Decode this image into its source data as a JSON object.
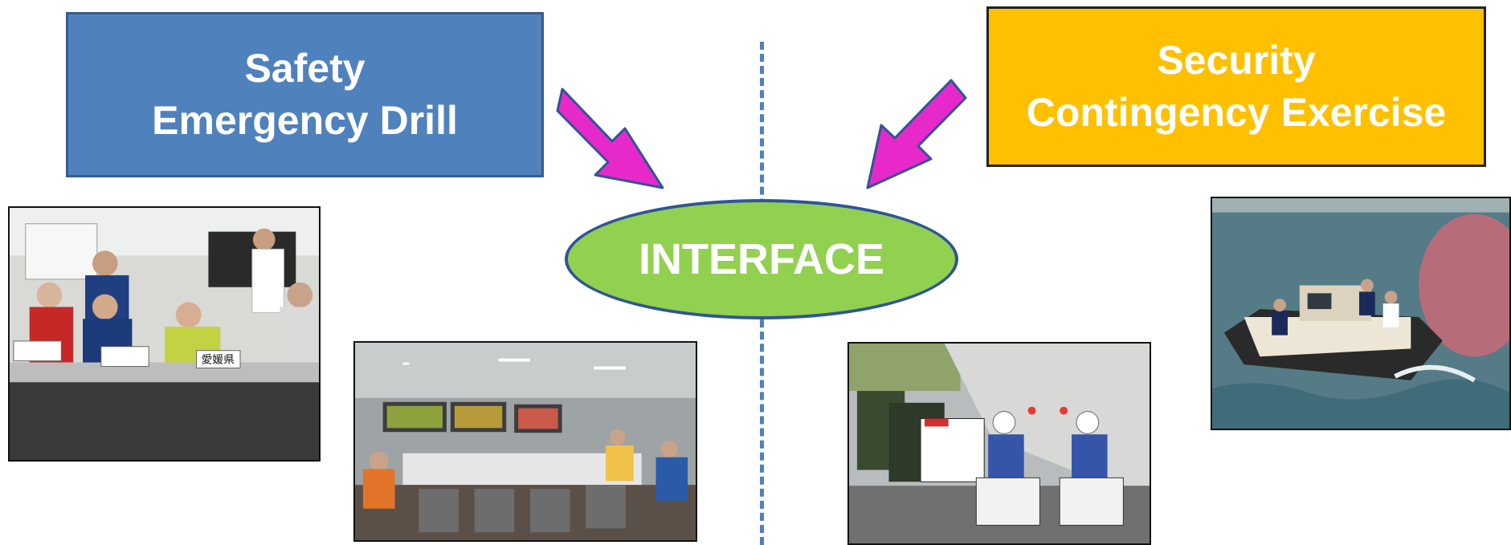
{
  "left_box": {
    "line1": "Safety",
    "line2": "Emergency Drill",
    "color": "#4f81bd"
  },
  "right_box": {
    "line1": "Security",
    "line2": "Contingency Exercise",
    "color": "#ffc000"
  },
  "center": {
    "label": "INTERFACE",
    "color": "#92d050"
  },
  "arrow_color": "#e729c9",
  "photos": [
    {
      "id": "meeting-table-photo",
      "desc_label": "",
      "sign": "愛媛県"
    },
    {
      "id": "operations-room-photo"
    },
    {
      "id": "motorcade-photo"
    },
    {
      "id": "patrol-boat-photo"
    }
  ]
}
